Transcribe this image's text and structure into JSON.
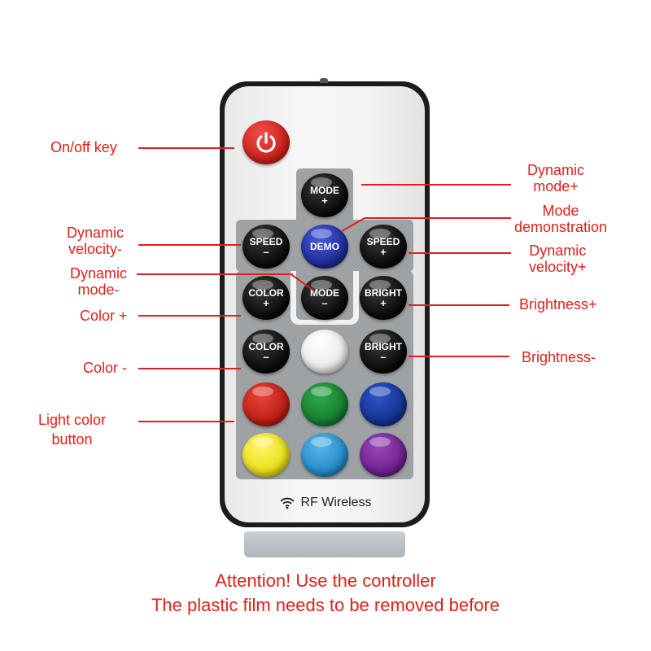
{
  "remote": {
    "brand_text": "RF Wireless",
    "keys": {
      "mode_plus": {
        "line1": "MODE",
        "line2": "+"
      },
      "speed_minus": {
        "line1": "SPEED",
        "line2": "–"
      },
      "demo": {
        "line1": "DEMO"
      },
      "speed_plus": {
        "line1": "SPEED",
        "line2": "+"
      },
      "color_plus": {
        "line1": "COLOR",
        "line2": "+"
      },
      "mode_minus": {
        "line1": "MODE",
        "line2": "–"
      },
      "bright_plus": {
        "line1": "BRIGHT",
        "line2": "+"
      },
      "color_minus": {
        "line1": "COLOR",
        "line2": "–"
      },
      "bright_minus": {
        "line1": "BRIGHT",
        "line2": "–"
      }
    }
  },
  "labels": {
    "on_off": "On/off key",
    "dynamic_mode_plus_1": "Dynamic",
    "dynamic_mode_plus_2": "mode+",
    "mode_demo_1": "Mode",
    "mode_demo_2": "demonstration",
    "dynamic_velocity_minus_1": "Dynamic",
    "dynamic_velocity_minus_2": "velocity-",
    "dynamic_velocity_plus_1": "Dynamic",
    "dynamic_velocity_plus_2": "velocity+",
    "dynamic_mode_minus_1": "Dynamic",
    "dynamic_mode_minus_2": "mode-",
    "color_plus": "Color +",
    "brightness_plus": "Brightness+",
    "color_minus": "Color -",
    "brightness_minus": "Brightness-",
    "light_color_1": "Light color",
    "light_color_2": "button"
  },
  "notice": {
    "line1": "Attention! Use the controller",
    "line2": "The plastic film needs to be removed before"
  },
  "colors": {
    "annotation": "#e0201a",
    "power": "#d42a22",
    "demo": "#2a3aaa"
  }
}
